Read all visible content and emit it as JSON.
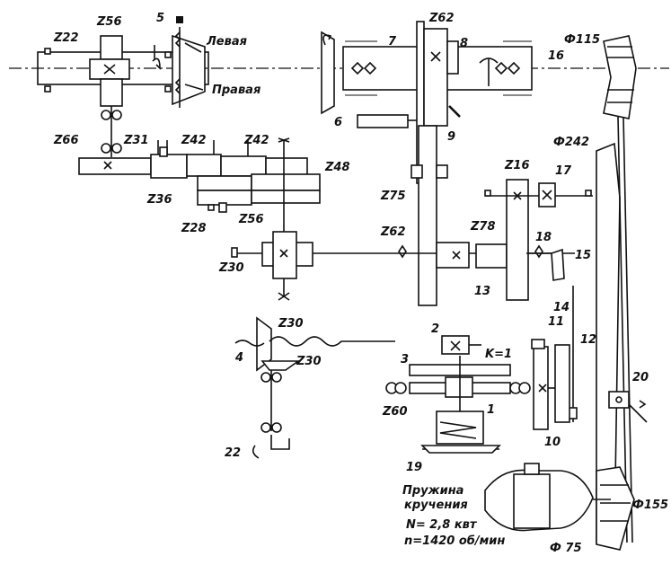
{
  "labels": {
    "z256": "Z56",
    "z22": "Z22",
    "n5": "5",
    "levaya": "Левая",
    "pravaya": "Правая",
    "z262top": "Z62",
    "n7": "7",
    "n8": "8",
    "n16": "16",
    "phi115": "Ф115",
    "n6": "6",
    "n9": "9",
    "phi242": "Ф242",
    "z66": "Z66",
    "z31": "Z31",
    "z42a": "Z42",
    "z42b": "Z42",
    "z48": "Z48",
    "z36": "Z36",
    "z28": "Z28",
    "z56": "Z56",
    "z75": "Z75",
    "z16": "Z16",
    "n17": "17",
    "z62": "Z62",
    "z78": "Z78",
    "n18": "18",
    "n15": "15",
    "z30mid": "Z30",
    "n13": "13",
    "n14": "14",
    "z30a": "Z30",
    "z30b": "Z30",
    "n4": "4",
    "n2": "2",
    "n3": "3",
    "k1": "K=1",
    "n11": "11",
    "n12": "12",
    "z60": "Z60",
    "n1": "1",
    "n10": "10",
    "n20": "20",
    "n22": "22",
    "n19": "19",
    "spring1": "Пружина",
    "spring2": "кручения",
    "power": "N= 2,8 квт",
    "speed": "n=1420 об/мин",
    "phi155": "Ф155",
    "phi75": "Ф 75"
  }
}
